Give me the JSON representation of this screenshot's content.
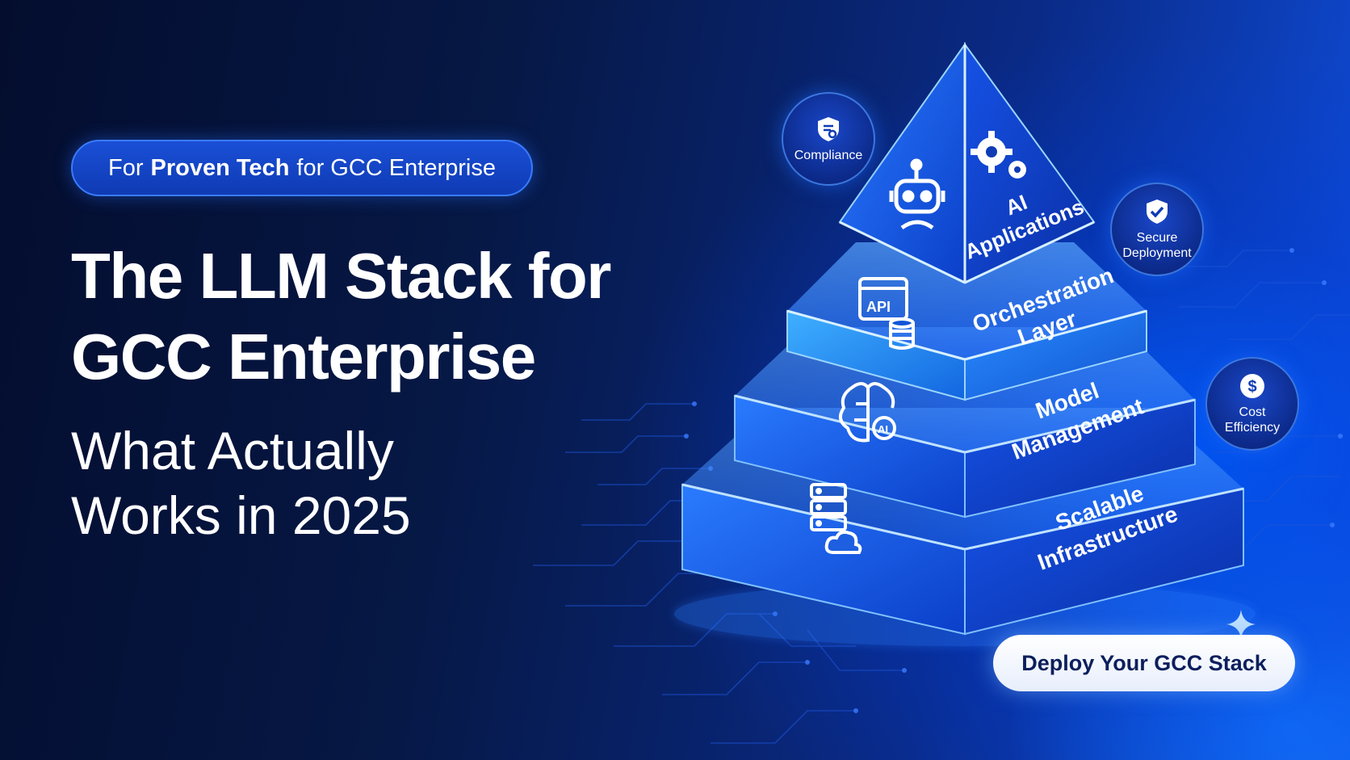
{
  "badge": {
    "prefix": "For",
    "strong": "Proven Tech",
    "suffix": "for GCC Enterprise"
  },
  "headline": {
    "line1": "The LLM Stack for",
    "line2": "GCC Enterprise"
  },
  "subheadline": {
    "line1": "What Actually",
    "line2": "Works in 2025"
  },
  "pyramid": {
    "layers": {
      "top": {
        "line1": "AI",
        "line2": "Applications",
        "icons": [
          "robot-icon",
          "gears-icon"
        ]
      },
      "orchestration": {
        "line1": "Orchestration",
        "line2": "Layer",
        "icon": "api-database-icon"
      },
      "model": {
        "line1": "Model",
        "line2": "Management",
        "icon": "brain-ai-icon"
      },
      "infra": {
        "line1": "Scalable",
        "line2": "Infrastructure",
        "icon": "server-cloud-icon"
      }
    }
  },
  "bubbles": {
    "compliance": {
      "label": "Compliance",
      "icon": "shield-document-icon"
    },
    "secure": {
      "line1": "Secure",
      "line2": "Deployment",
      "icon": "shield-check-icon"
    },
    "cost": {
      "line1": "Cost",
      "line2": "Efficiency",
      "icon": "dollar-coin-icon"
    }
  },
  "cta": {
    "label": "Deploy Your GCC Stack"
  },
  "colors": {
    "background_dark": "#061845",
    "accent_blue": "#1e6bff",
    "cta_text": "#0c1f5c"
  }
}
